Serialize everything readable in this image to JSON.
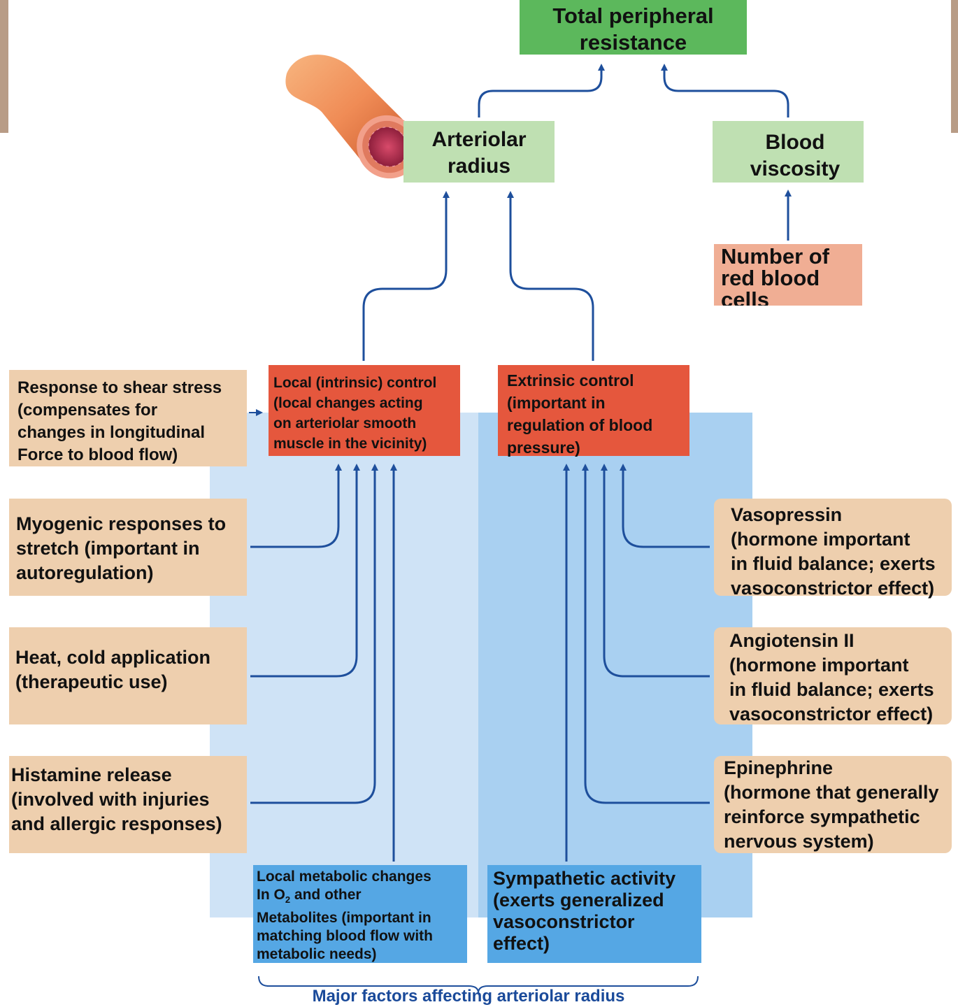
{
  "diagram": {
    "total_resistance": "Total peripheral\nresistance",
    "arteriolar_radius": "Arteriolar\nradius",
    "blood_viscosity": "Blood\nviscosity",
    "red_blood_cells": "Number of\nred blood\ncells",
    "local_control": "Local (intrinsic) control\n(local changes acting\non arteriolar smooth\nmuscle in the vicinity)",
    "extrinsic_control": "Extrinsic control\n(important in\nregulation of blood\npressure)",
    "shear_stress": "Response to shear stress\n(compensates for\nchanges in longitudinal\nForce to blood flow)",
    "myogenic": "Myogenic responses to\nstretch (important in\nautoregulation)",
    "heat_cold": "Heat, cold application\n(therapeutic use)",
    "histamine": "Histamine release\n(involved with injuries\nand allergic responses)",
    "metabolic_line1": "Local metabolic changes",
    "metabolic_line2_pre": "In O",
    "metabolic_line2_sub": "2",
    "metabolic_line2_post": " and other",
    "metabolic_rest": "Metabolites (important in\nmatching blood flow with\nmetabolic needs)",
    "sympathetic": "Sympathetic activity\n(exerts generalized\nvasoconstrictor\neffect)",
    "vasopressin": "Vasopressin\n(hormone important\nin fluid balance; exerts\nvasoconstrictor effect)",
    "angiotensin": "Angiotensin II\n(hormone important\nin fluid balance; exerts\nvasoconstrictor effect)",
    "epinephrine": "Epinephrine\n(hormone that generally\nreinforce sympathetic\nnervous system)",
    "caption": "Major factors affecting arteriolar radius"
  },
  "colors": {
    "green_dark": "#5cb85c",
    "green_light": "#bfe0b2",
    "salmon": "#f0ae94",
    "red": "#e5573d",
    "tan": "#eecfae",
    "blue_light_panel": "#cfe3f6",
    "blue_mid_panel": "#a9d0f1",
    "blue_box": "#55a7e4",
    "arrow": "#1e4f9c",
    "caption": "#1a4a9a"
  }
}
